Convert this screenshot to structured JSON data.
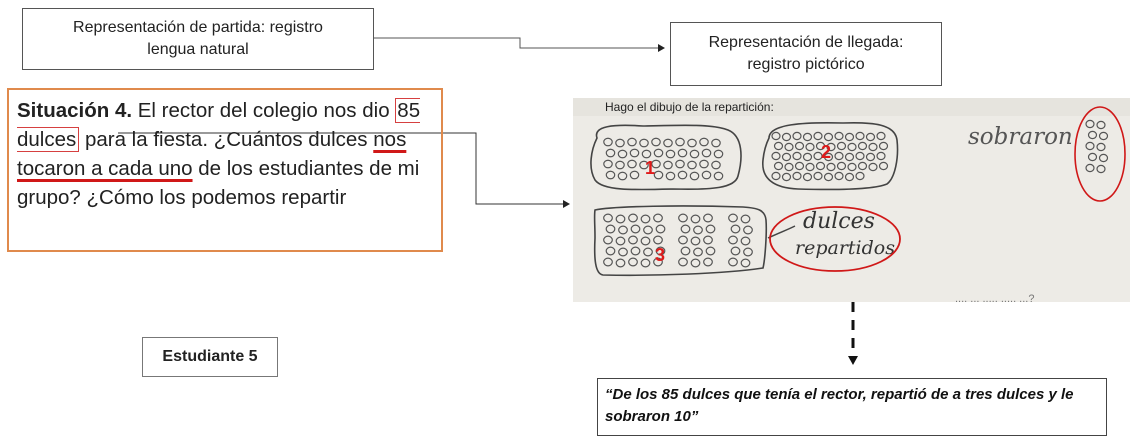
{
  "start_representation": {
    "line1": "Representación de partida: registro",
    "line2": "lengua natural"
  },
  "end_representation": {
    "line1": "Representación de llegada:",
    "line2": "registro pictórico"
  },
  "situation": {
    "title": "Situación 4.",
    "part1": " El rector del colegio nos dio ",
    "boxed": "85 dulces",
    "part2": " para la fiesta. ¿Cuántos dulces ",
    "underlined": "nos tocaron a cada uno",
    "part3": " de los estudiantes de mi grupo? ¿Cómo los podemos repartir"
  },
  "student_label": "Estudiante 5",
  "quote": "“De los 85 dulces que tenía el rector, repartió de a tres dulces y le sobraron 10”",
  "photo": {
    "header": "Hago el dibujo de la repartición:",
    "group_numbers": [
      "1",
      "2",
      "3"
    ],
    "leftover_text": "sobraron",
    "distributed_text_line1": "dulces",
    "distributed_text_line2": "repartidos"
  },
  "colors": {
    "situation_border": "#e08a4c",
    "annotation_red": "#d01818"
  }
}
